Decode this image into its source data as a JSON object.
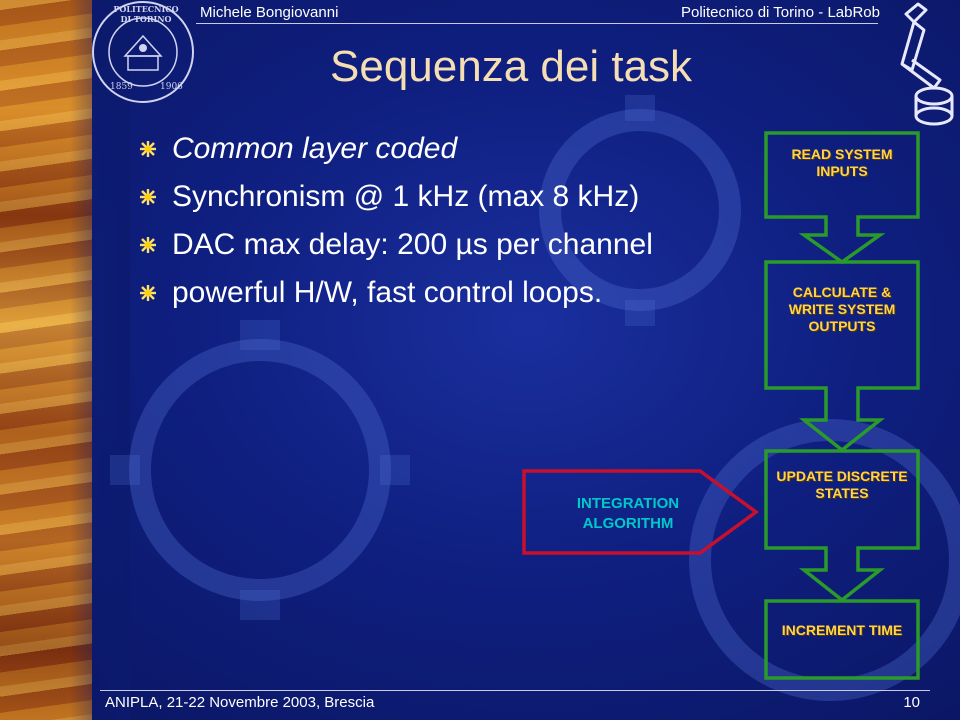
{
  "header": {
    "author": "Michele Bongiovanni",
    "institution": "Politecnico di Torino - LabRob"
  },
  "footer": {
    "event": "ANIPLA, 21-22 Novembre 2003, Brescia",
    "page_number": "10"
  },
  "logo": {
    "top_text": "POLITECNICO DI TORINO",
    "year_left": "1859",
    "year_right": "1906"
  },
  "title": "Sequenza dei task",
  "bullets": [
    "Common layer coded",
    "Synchronism @ 1 kHz (max 8 kHz)",
    "DAC max delay: 200 µs per channel",
    "powerful H/W, fast control loops."
  ],
  "flow": {
    "steps": [
      "READ SYSTEM INPUTS",
      "CALCULATE & WRITE SYSTEM OUTPUTS",
      "UPDATE DISCRETE STATES",
      "INCREMENT TIME"
    ],
    "side_input": "INTEGRATION ALGORITHM"
  },
  "colors": {
    "background": "#0f1f80",
    "title": "#f5deb3",
    "flow_box_border": "#2a9a2a",
    "flow_label": "#ffd44a",
    "integration_border": "#c8102e",
    "integration_label": "#00c8c8"
  },
  "icons": {
    "bullet": "starburst-bullet-icon",
    "logo": "university-seal",
    "robot": "robot-arm-icon"
  }
}
